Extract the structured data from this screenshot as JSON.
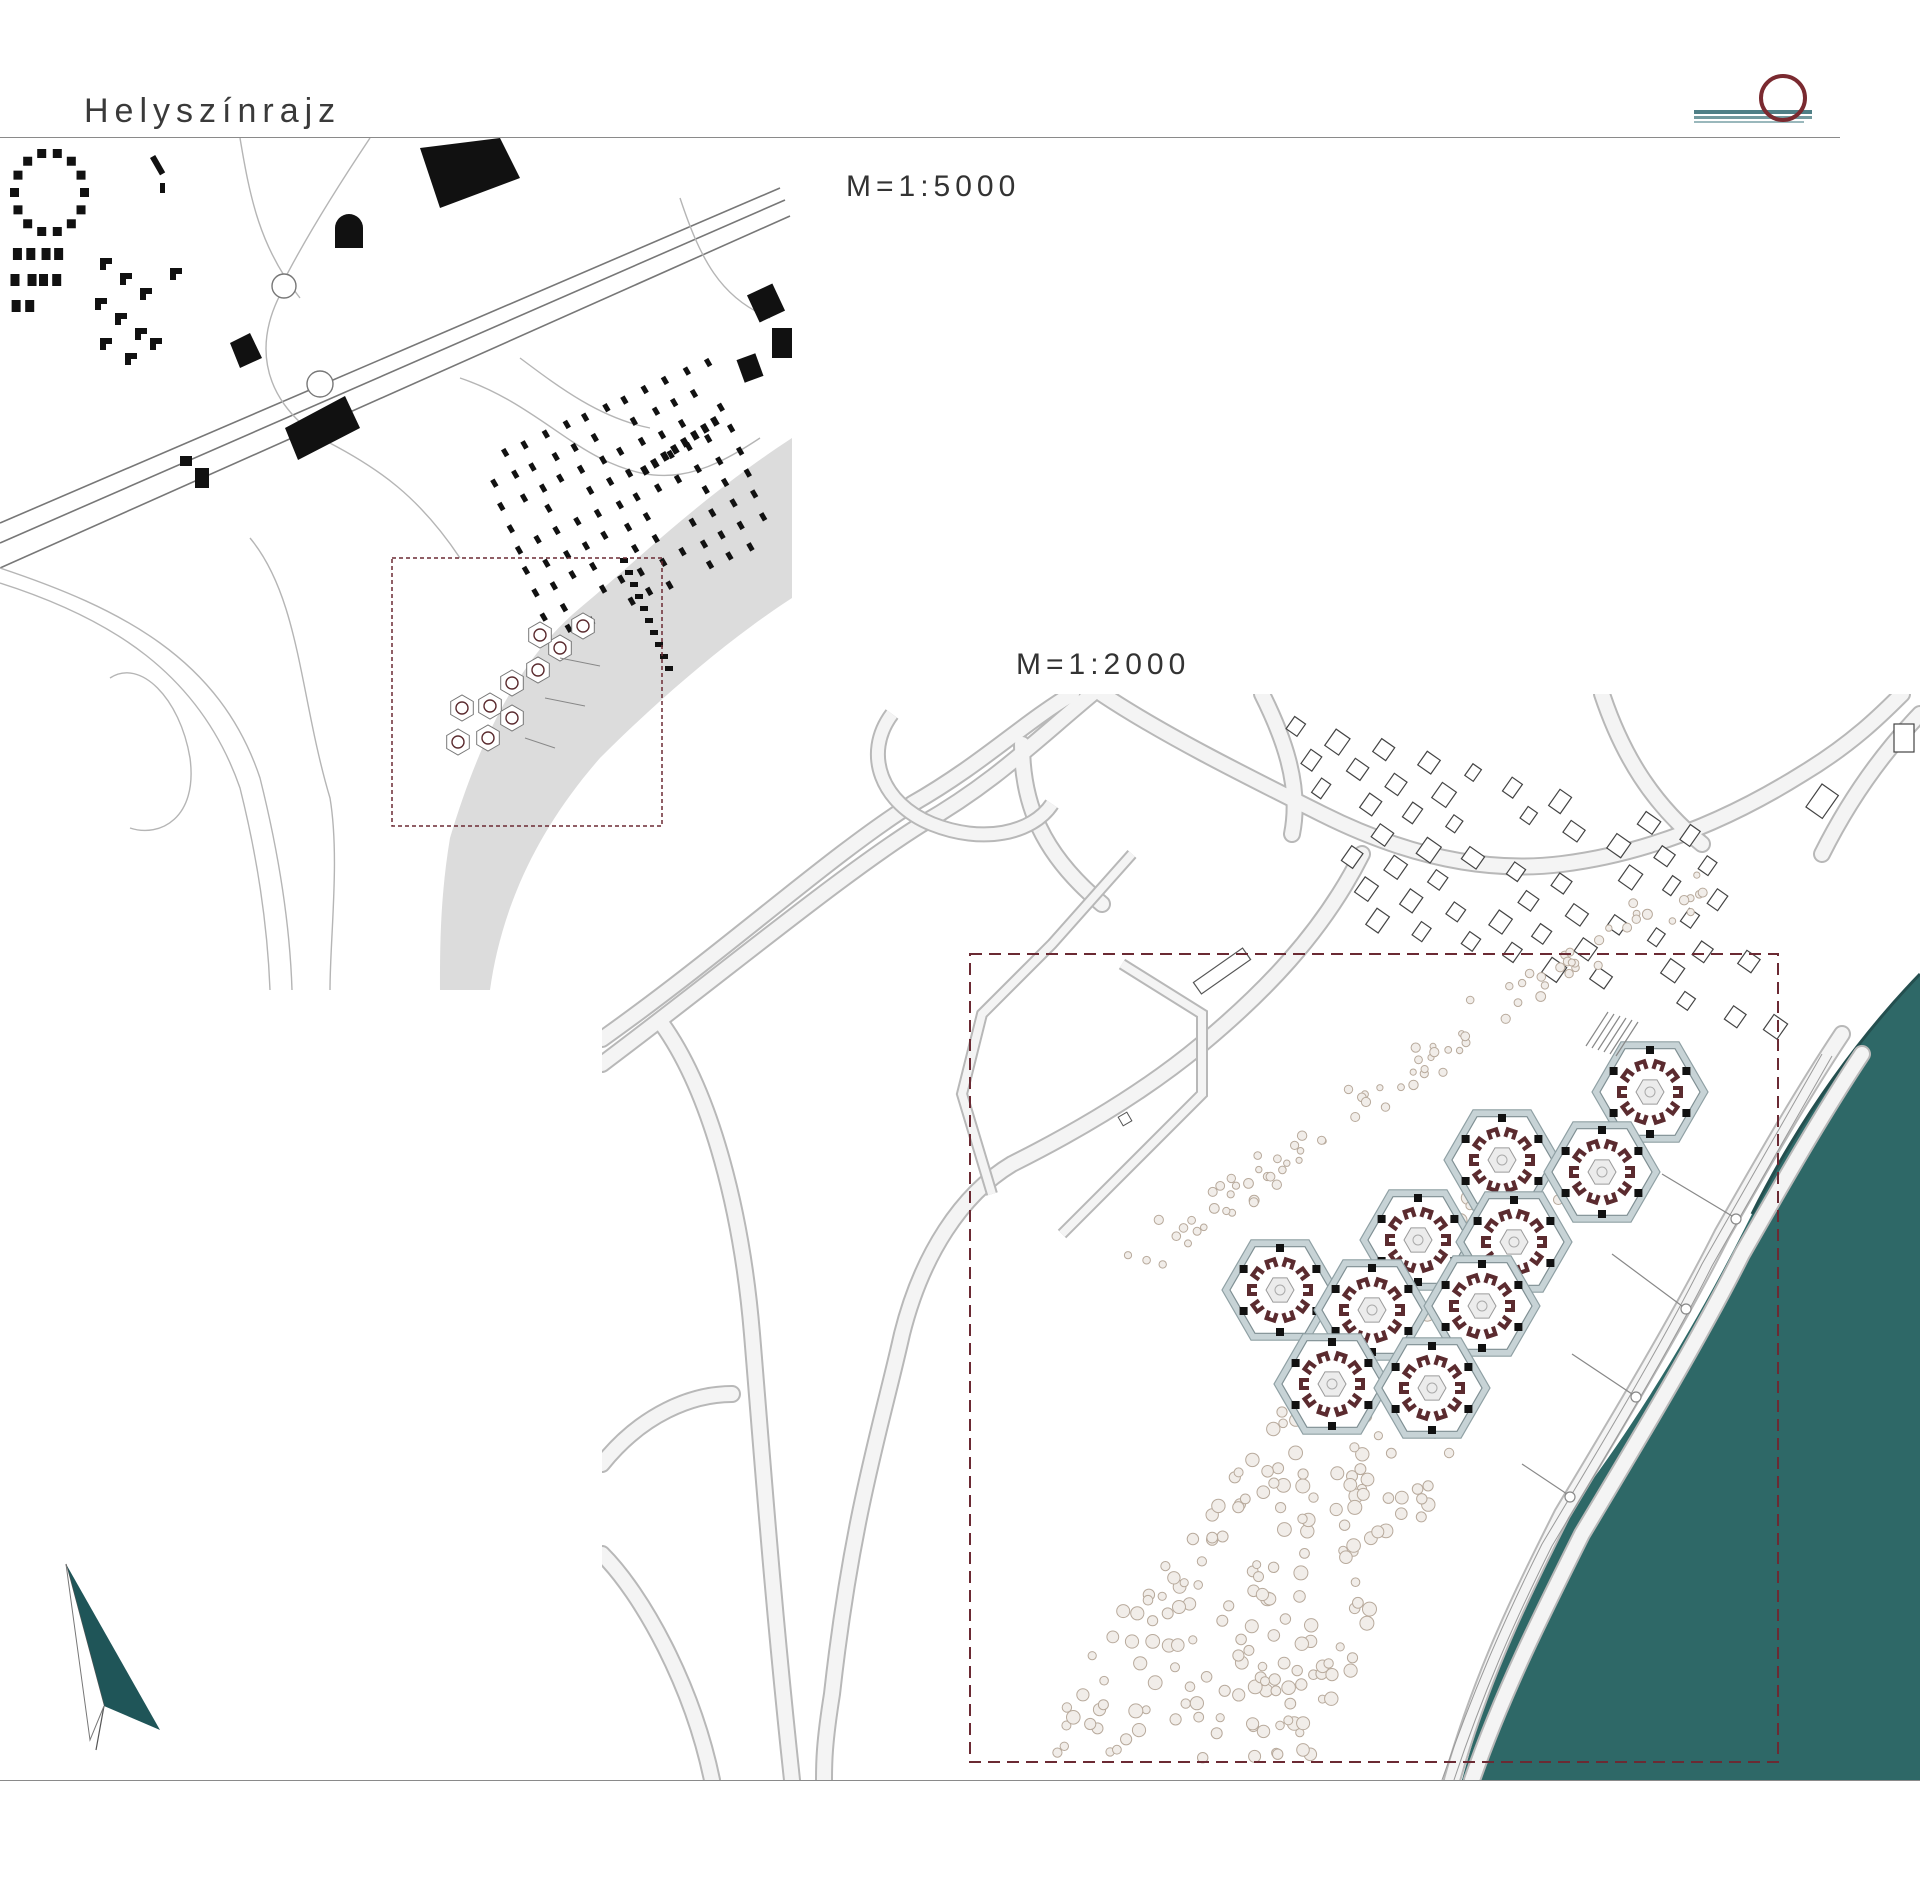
{
  "sheet": {
    "title": "Helyszínrajz",
    "logo": {
      "icon": "circle-over-water-logo",
      "ring_color": "#7a2a30",
      "water_color": "#4f7f86"
    }
  },
  "maps": {
    "overview": {
      "scale_label": "M=1:5000"
    },
    "detail": {
      "scale_label": "M=1:2000"
    }
  },
  "north_arrow": {
    "icon": "north-arrow-icon",
    "color": "#1f5558"
  },
  "palette": {
    "river": "#2e6867",
    "river_light": "#dcdcdc",
    "frame": "#6b2a33",
    "building": "#111111",
    "road_edge": "#b8b8b8",
    "road_fill": "#f4f4f4",
    "hex_ring": "#c7d3d6",
    "hex_unit": "#5b2b2f",
    "tree": "#c9bfb4"
  }
}
